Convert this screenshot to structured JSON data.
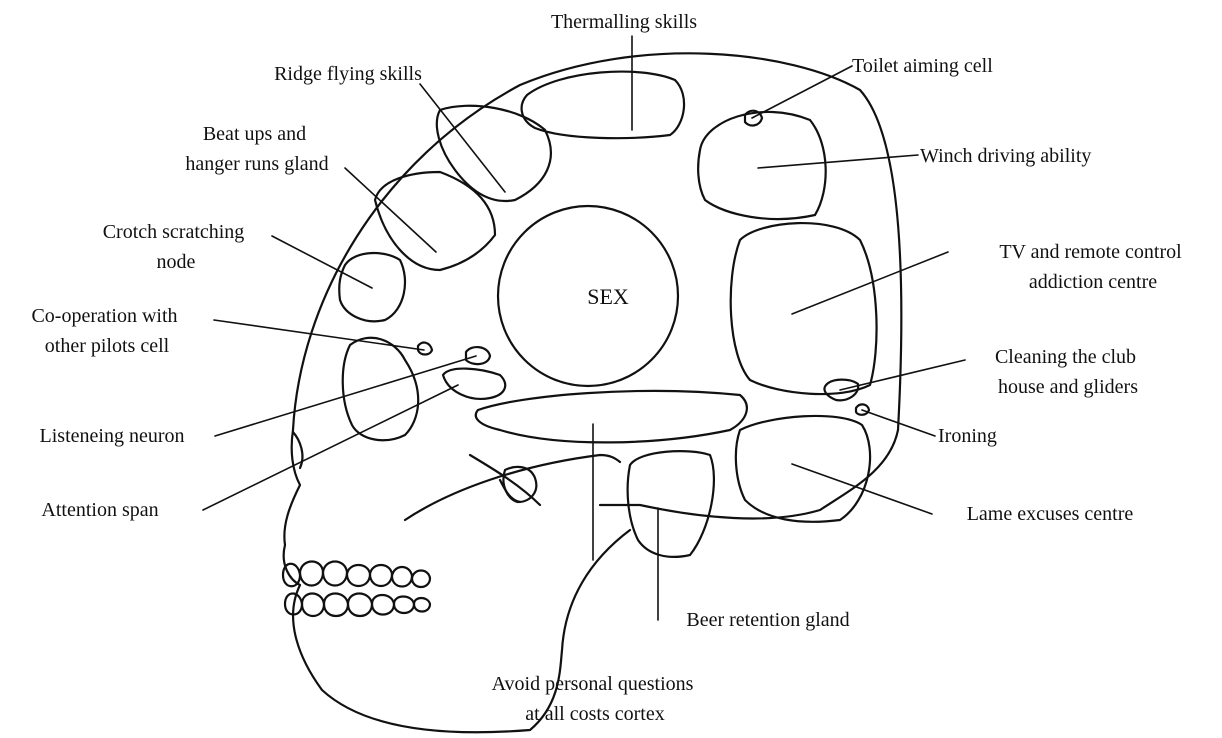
{
  "center": "SEX",
  "labels": {
    "thermalling": [
      "Thermalling skills"
    ],
    "toilet": [
      "Toilet aiming cell"
    ],
    "ridge": [
      "Ridge flying skills"
    ],
    "winch": [
      "Winch driving ability"
    ],
    "beatups": [
      "Beat ups and",
      "hanger runs gland"
    ],
    "crotch": [
      "Crotch scratching",
      "node"
    ],
    "tv": [
      "TV and remote control",
      "addiction centre"
    ],
    "cooperation": [
      "Co-operation with",
      "other pilots cell"
    ],
    "cleaning": [
      "Cleaning the club",
      "house and gliders"
    ],
    "listening": [
      "Listeneing neuron"
    ],
    "ironing": [
      "Ironing"
    ],
    "attention": [
      "Attention span"
    ],
    "lame": [
      "Lame excuses centre"
    ],
    "beer": [
      "Beer retention gland"
    ],
    "avoid": [
      "Avoid personal questions",
      "at all costs cortex"
    ]
  }
}
